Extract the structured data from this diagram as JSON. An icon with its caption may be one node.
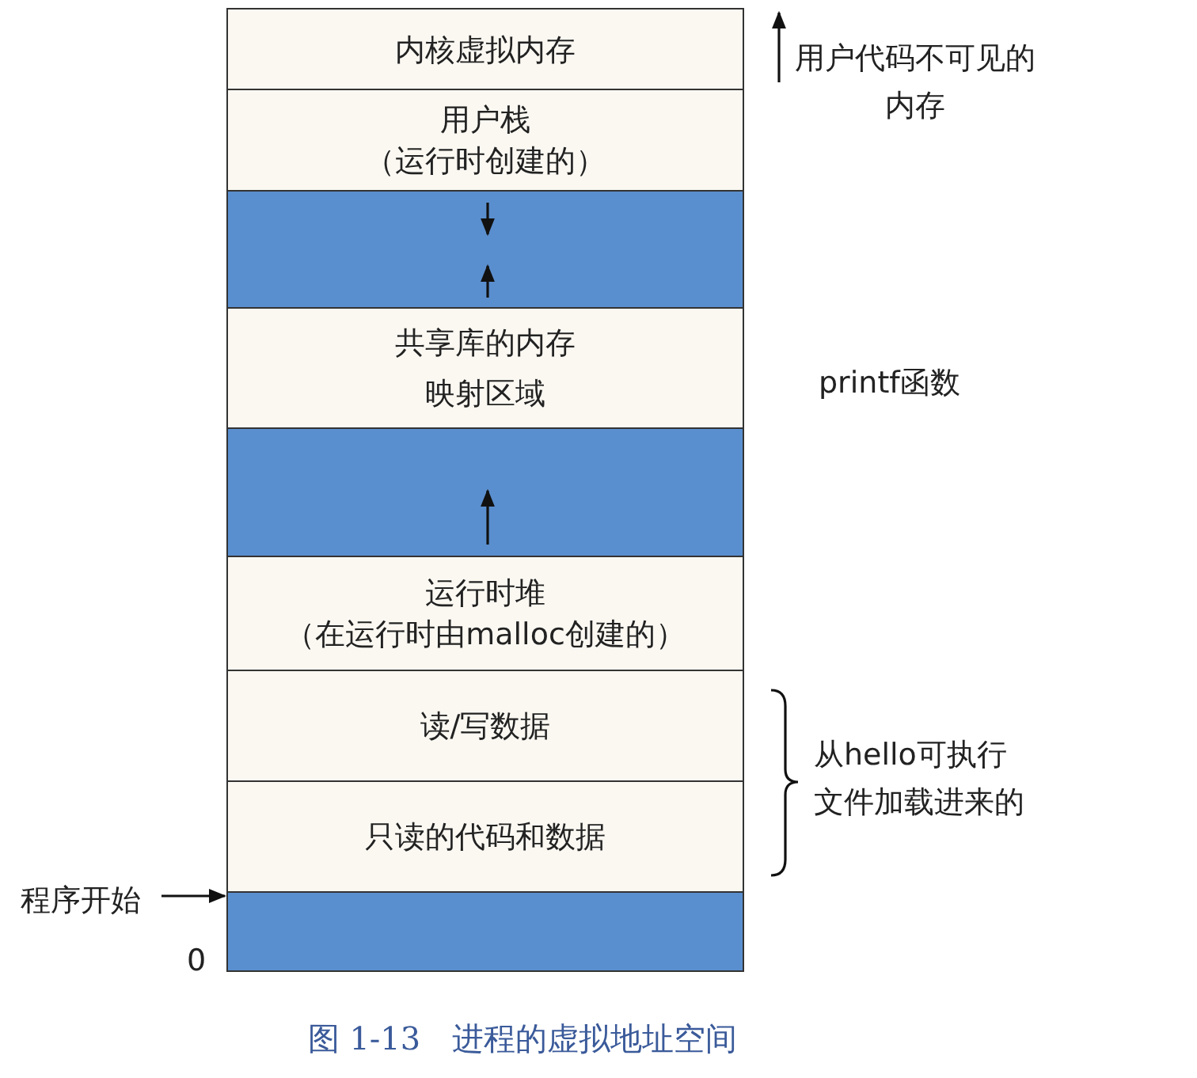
{
  "diagram": {
    "caption": "图 1-13　进程的虚拟地址空间",
    "nodes": [
      {
        "text": [
          "内核虚拟内存"
        ]
      },
      {
        "text": [
          "用户栈",
          "（运行时创建的）"
        ]
      },
      {
        "text": [],
        "shape": "bar"
      },
      {
        "text": [
          "共享库的内存映射区域"
        ]
      },
      {
        "text": [],
        "shape": "bar"
      },
      {
        "text": [
          "运行时堆",
          "（在运行时由malloc创建的）"
        ]
      },
      {
        "text": [
          "读/写数据"
        ]
      },
      {
        "text": [
          "只读的代码和数据"
        ]
      },
      {
        "text": [],
        "shape": "bar"
      },
      {
        "text": [
          "程序开始"
        ]
      }
    ],
    "edges": [
      {
        "from": 9,
        "to": 8,
        "arrow": "to"
      }
    ],
    "labels": [
      "用户代码不可见的内存",
      "printf函数",
      "从hello可执行文件加载进来的",
      "0"
    ]
  }
}
